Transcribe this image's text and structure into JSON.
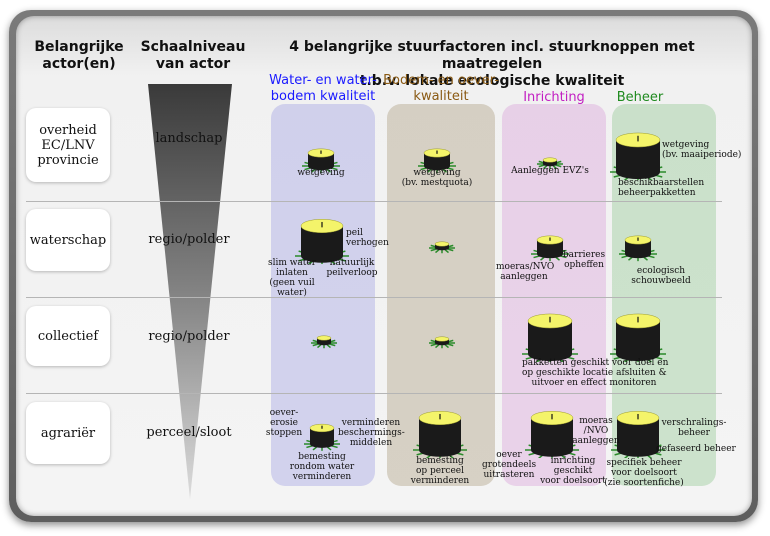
{
  "headers": {
    "actor": [
      "Belangrijke",
      "actor(en)"
    ],
    "scale": [
      "Schaalniveau",
      "van actor"
    ],
    "title": [
      "4 belangrijke stuurfactoren incl. stuurknoppen met maatregelen",
      "t.b.v. lokale ecologische kwaliteit"
    ]
  },
  "columns": [
    {
      "label": [
        "Water- en water-",
        "bodem kwaliteit"
      ],
      "color": "#1a1aff"
    },
    {
      "label": [
        "Bodem- en oever-",
        "kwaliteit"
      ],
      "color": "#8a5a14"
    },
    {
      "label": [
        "Inrichting"
      ],
      "color": "#c21fc2"
    },
    {
      "label": [
        "Beheer"
      ],
      "color": "#1f8a1f"
    }
  ],
  "rows": [
    {
      "actor": [
        "overheid",
        "EC/LNV",
        "provincie"
      ],
      "level": "landschap"
    },
    {
      "actor": [
        "waterschap"
      ],
      "level": "regio/polder"
    },
    {
      "actor": [
        "collectief"
      ],
      "level": "regio/polder"
    },
    {
      "actor": [
        "agrariër"
      ],
      "level": "perceel/sloot"
    }
  ],
  "annotations": {
    "r1c1": [
      "wetgeving"
    ],
    "r1c2": [
      "wetgeving",
      "(bv. mestquota)"
    ],
    "r1c3": [
      "Aanleggen EVZ's"
    ],
    "r1c4a": [
      "wetgeving",
      "(bv. maaiperiode)"
    ],
    "r1c4b": [
      "beschikbaarstellen",
      "beheerpakketten"
    ],
    "r2c1a": [
      "peil",
      "verhogen"
    ],
    "r2c1b": [
      "slim water",
      "inlaten",
      "(geen vuil",
      "water)"
    ],
    "r2c1c": [
      "natuurlijk",
      "peilverloop"
    ],
    "r2c3a": [
      "moeras/NVO",
      "aanleggen"
    ],
    "r2c3b": [
      "barrieres",
      "opheffen"
    ],
    "r2c4": [
      "ecologisch",
      "schouwbeeld"
    ],
    "r3c34": [
      "pakketten geschikt voor doel en",
      "op geschikte locatie afsluiten &",
      "uitvoer en effect monitoren"
    ],
    "r4c1a": [
      "oever-",
      "erosie",
      "stoppen"
    ],
    "r4c1b": [
      "verminderen",
      "beschermings-",
      "middelen"
    ],
    "r4c1c": [
      "bemesting",
      "rondom water",
      "verminderen"
    ],
    "r4c2": [
      "bemesting",
      "op perceel",
      "verminderen"
    ],
    "r4c3a": [
      "moeras",
      "/NVO",
      "aanleggen"
    ],
    "r4c3b": [
      "oever",
      "grotendeels",
      "uitrasteren"
    ],
    "r4c3c": [
      "inrichting",
      "geschikt",
      "voor doelsoort"
    ],
    "r4c4a": [
      "verschralings-",
      "beheer"
    ],
    "r4c4b": [
      "gefaseerd beheer"
    ],
    "r4c4c": [
      "specifiek beheer",
      "voor doelsoort",
      "(zie soortenfiche)"
    ]
  },
  "colors": {
    "cylinder_top": "#f4f46a",
    "cylinder_body": "#1a1a1a",
    "spikes": "#2a8a2a"
  }
}
